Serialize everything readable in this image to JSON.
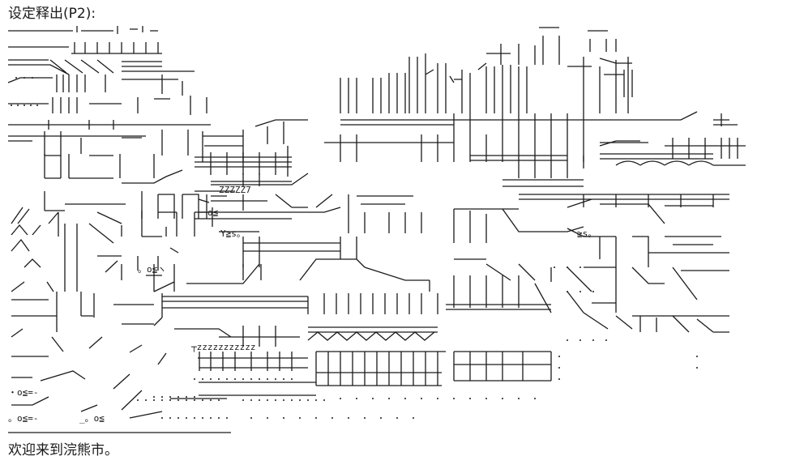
{
  "header": {
    "title": "设定释出(P2):"
  },
  "artwork": {
    "kind": "ascii-art-cityscape",
    "ink_color": "#1a1a1a",
    "background": "#ffffff"
  },
  "footer": {
    "caption": "欢迎来到浣熊市。"
  }
}
